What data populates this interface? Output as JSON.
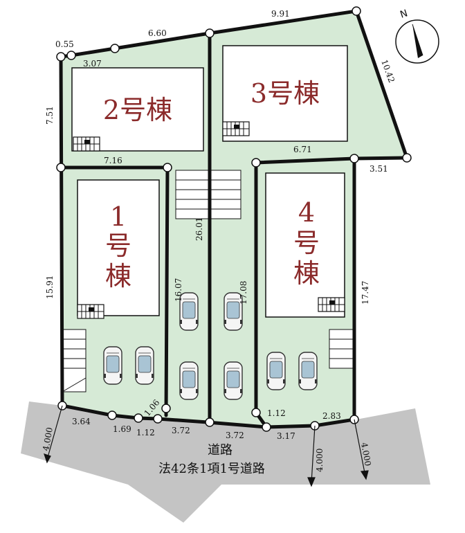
{
  "colors": {
    "lot": "#d6ead6",
    "road": "#c4c4c4",
    "boundary": "#111111",
    "house_label": "#8b2b2b"
  },
  "compass": {
    "label": "N"
  },
  "houses": [
    {
      "id": "h1",
      "vertical": true,
      "chars": [
        "1",
        "号",
        "棟"
      ]
    },
    {
      "id": "h2",
      "label": "2号棟"
    },
    {
      "id": "h3",
      "label": "3号棟"
    },
    {
      "id": "h4",
      "vertical": true,
      "chars": [
        "4",
        "号",
        "棟"
      ]
    }
  ],
  "road": {
    "line1": "道路",
    "line2": "法42条1項1号道路"
  },
  "dimensions": {
    "d_055": "0.55",
    "d_660": "6.60",
    "d_991": "9.91",
    "d_307": "3.07",
    "d_751": "7.51",
    "d_1042": "10.42",
    "d_716": "7.16",
    "d_671": "6.71",
    "d_351": "3.51",
    "d_2601": "26.01",
    "d_1591": "15.91",
    "d_1607": "16.07",
    "d_1708": "17.08",
    "d_1747": "17.47",
    "d_364": "3.64",
    "d_169": "1.69",
    "d_112a": "1.12",
    "d_106": "1.06",
    "d_372a": "3.72",
    "d_372b": "3.72",
    "d_112b": "1.12",
    "d_317": "3.17",
    "d_283": "2.83",
    "d_4000a": "4.000",
    "d_4000b": "4.000",
    "d_4000c": "4.000"
  }
}
